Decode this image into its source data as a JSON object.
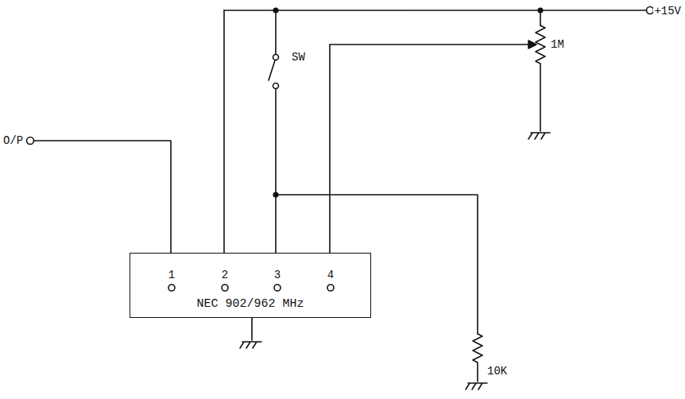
{
  "diagram": {
    "nodes": [
      {
        "text": [
          "NEC 902/962 MHz"
        ]
      }
    ],
    "labels": [
      "O/P",
      "1",
      "2",
      "3",
      "4",
      "SW",
      "+15V",
      "1M",
      "10K"
    ]
  }
}
